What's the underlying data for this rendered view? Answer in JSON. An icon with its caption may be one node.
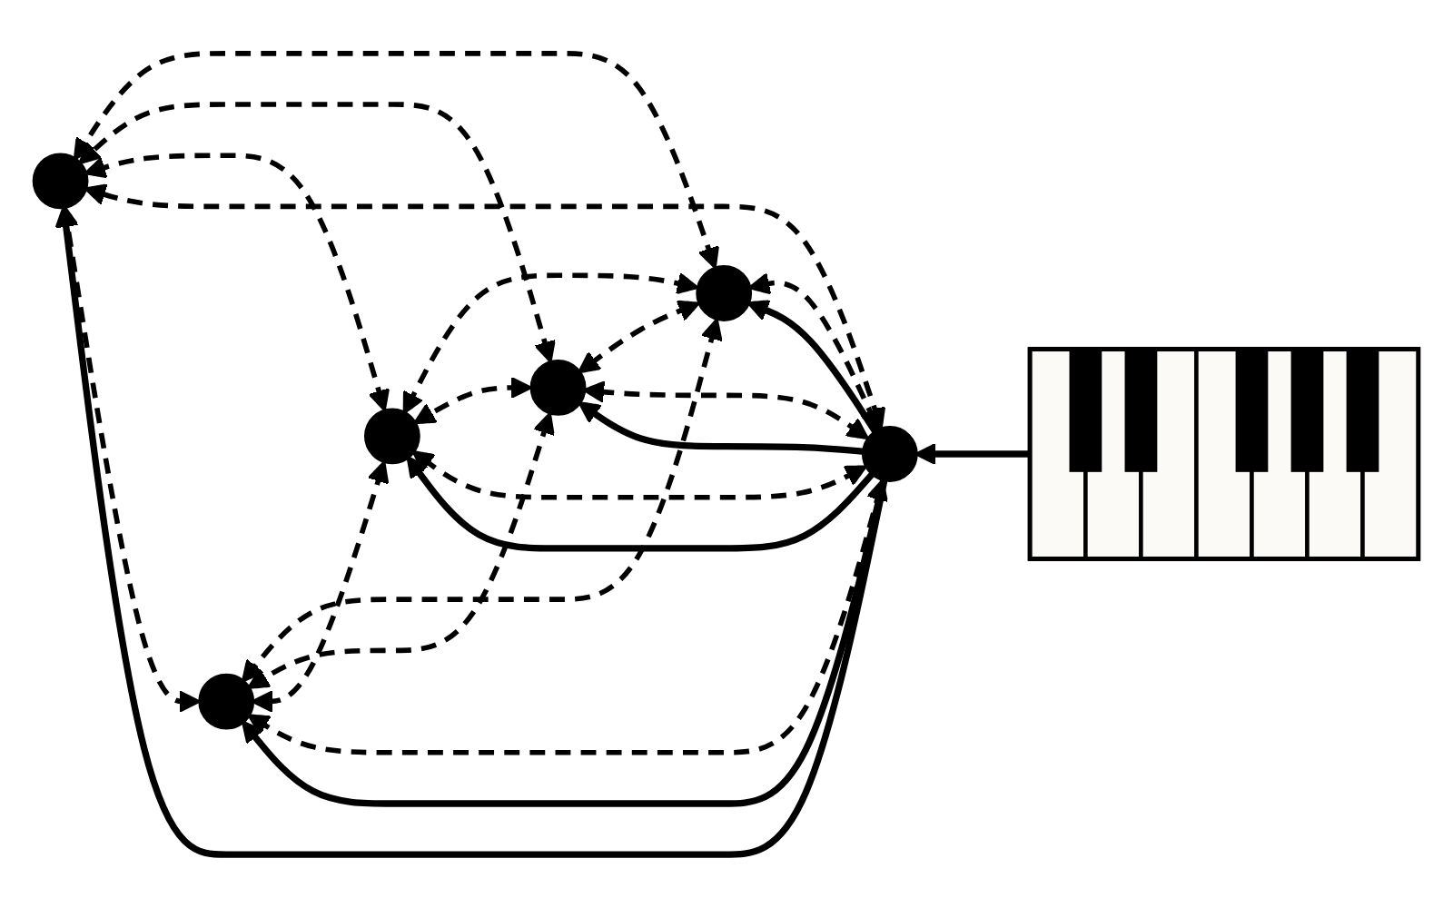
{
  "diagram": {
    "nodes": [
      {
        "text": [],
        "shape": "circle"
      },
      {
        "text": [],
        "shape": "circle"
      },
      {
        "text": [],
        "shape": "circle"
      },
      {
        "text": [],
        "shape": "circle"
      },
      {
        "text": [],
        "shape": "circle"
      },
      {
        "text": [],
        "shape": "circle"
      },
      {
        "text": [],
        "shape": "picture"
      }
    ],
    "edges": [
      {
        "from": 0,
        "to": 1,
        "arrow": "both",
        "style": "dashed"
      },
      {
        "from": 0,
        "to": 2,
        "arrow": "both",
        "style": "dashed"
      },
      {
        "from": 3,
        "to": 0,
        "arrow": "both",
        "style": "dashed"
      },
      {
        "from": 0,
        "to": 4,
        "arrow": "both",
        "style": "dashed"
      },
      {
        "from": 0,
        "to": 5,
        "arrow": "both",
        "style": "dashed"
      },
      {
        "from": 1,
        "to": 2,
        "arrow": "both",
        "style": "dashed"
      },
      {
        "from": 3,
        "to": 1,
        "arrow": "both",
        "style": "dashed"
      },
      {
        "from": 1,
        "to": 4,
        "arrow": "both",
        "style": "dashed"
      },
      {
        "from": 1,
        "to": 5,
        "arrow": "both",
        "style": "dashed"
      },
      {
        "from": 3,
        "to": 2,
        "arrow": "both",
        "style": "dashed"
      },
      {
        "from": 2,
        "to": 4,
        "arrow": "both",
        "style": "dashed"
      },
      {
        "from": 2,
        "to": 5,
        "arrow": "both",
        "style": "dashed"
      },
      {
        "from": 3,
        "to": 4,
        "arrow": "both",
        "style": "dashed"
      },
      {
        "from": 3,
        "to": 5,
        "arrow": "both",
        "style": "dashed"
      },
      {
        "from": 4,
        "to": 5,
        "arrow": "both",
        "style": "dashed"
      },
      {
        "from": 3,
        "to": 0,
        "arrow": "to"
      },
      {
        "from": 3,
        "to": 1,
        "arrow": "to"
      },
      {
        "from": 3,
        "to": 2,
        "arrow": "to"
      },
      {
        "from": 3,
        "to": 4,
        "arrow": "to"
      },
      {
        "from": 3,
        "to": 5,
        "arrow": "to"
      },
      {
        "from": 6,
        "to": 3,
        "arrow": "to"
      }
    ]
  }
}
